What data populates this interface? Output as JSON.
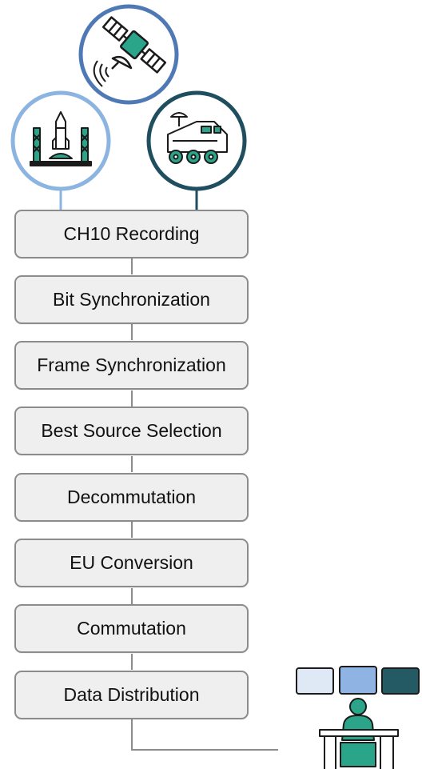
{
  "pipeline": {
    "stages": [
      "CH10 Recording",
      "Bit Synchronization",
      "Frame Synchronization",
      "Best Source Selection",
      "Decommutation",
      "EU Conversion",
      "Commutation",
      "Data Distribution"
    ]
  },
  "sources": [
    {
      "icon": "satellite-icon",
      "ring_color": "#4f79b5"
    },
    {
      "icon": "rocket-launch-icon",
      "ring_color": "#8cb4e0"
    },
    {
      "icon": "rover-icon",
      "ring_color": "#1f4e5f"
    }
  ],
  "operator": {
    "icon": "operator-workstation-icon",
    "monitor_colors": [
      "#dfe9f6",
      "#8fb3e2",
      "#235a63"
    ]
  },
  "colors": {
    "accent_teal": "#2aa58a",
    "connector": "#8c8c8c",
    "box_fill": "#efefef",
    "box_border": "#8c8c8c"
  }
}
